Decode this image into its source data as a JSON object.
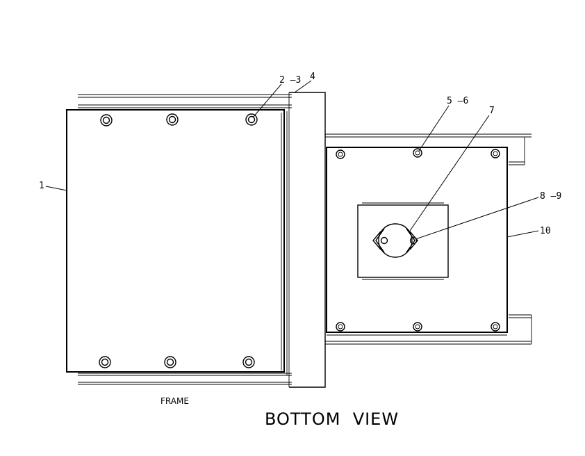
{
  "callouts": {
    "c1": "1",
    "c2_3": "2 –3",
    "c4": "4",
    "c5_6": "5 –6",
    "c7": "7",
    "c8_9": "8 –9",
    "c10": "10"
  },
  "frame_label": "FRAME",
  "view_title": "BOTTOM  VIEW"
}
